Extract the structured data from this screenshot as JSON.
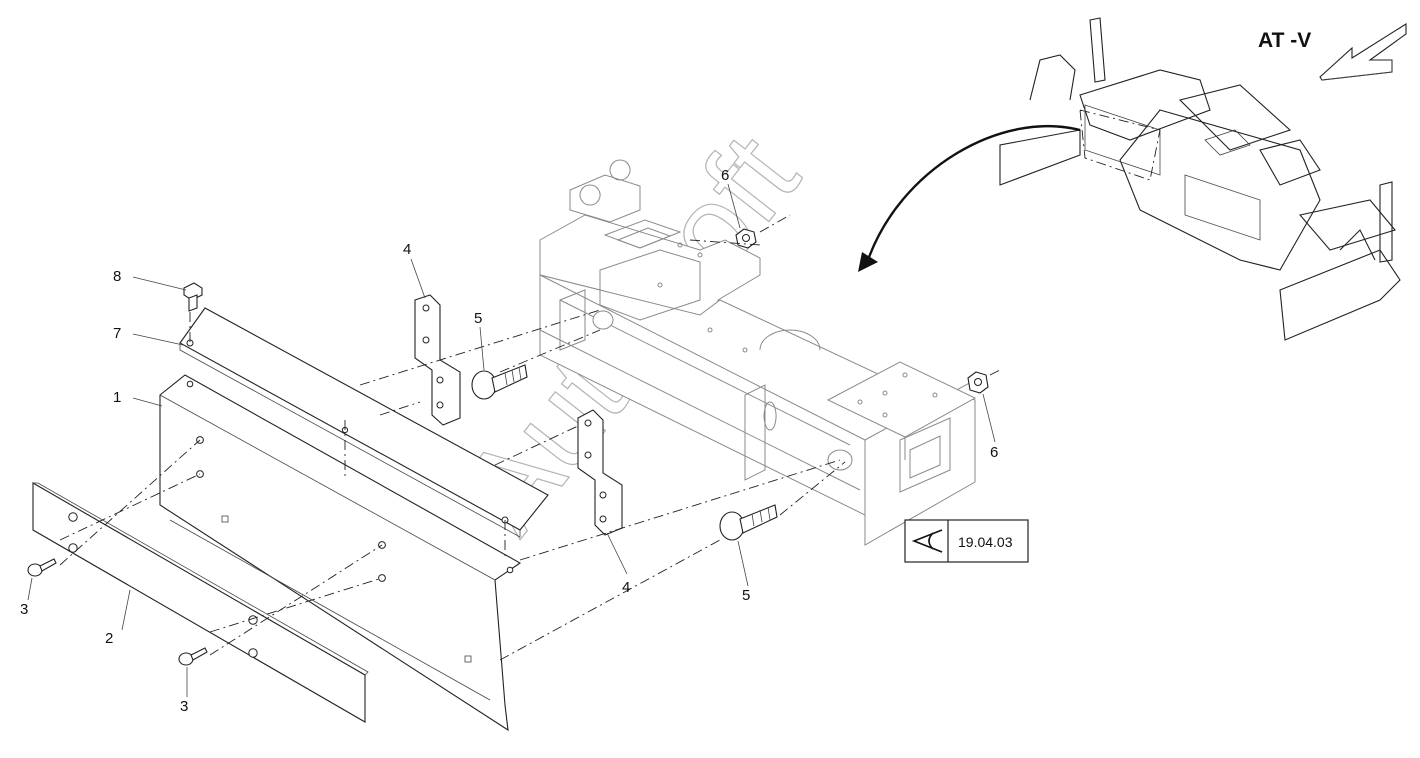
{
  "view": {
    "label": "AT -V"
  },
  "watermark": "AutoSoft",
  "reference": {
    "text": "19.04.03",
    "icon": "eye-view-icon"
  },
  "callouts": [
    {
      "id": "c8",
      "text": "8"
    },
    {
      "id": "c7",
      "text": "7"
    },
    {
      "id": "c1",
      "text": "1"
    },
    {
      "id": "c2",
      "text": "2"
    },
    {
      "id": "c3a",
      "text": "3"
    },
    {
      "id": "c3b",
      "text": "3"
    },
    {
      "id": "c4a",
      "text": "4"
    },
    {
      "id": "c4b",
      "text": "4"
    },
    {
      "id": "c5a",
      "text": "5"
    },
    {
      "id": "c5b",
      "text": "5"
    },
    {
      "id": "c6a",
      "text": "6"
    },
    {
      "id": "c6b",
      "text": "6"
    }
  ]
}
